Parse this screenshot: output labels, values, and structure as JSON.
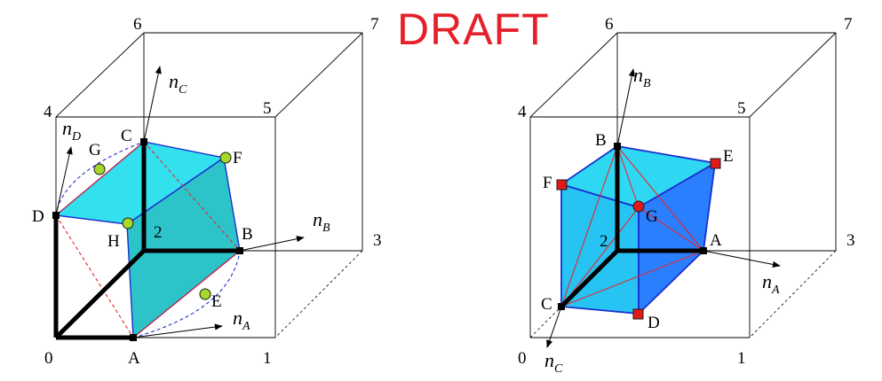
{
  "watermark": "DRAFT",
  "left": {
    "corners": {
      "c0": "0",
      "c1": "1",
      "c2": "2",
      "c3": "3",
      "c4": "4",
      "c5": "5",
      "c6": "6",
      "c7": "7"
    },
    "points": {
      "A": "A",
      "B": "B",
      "C": "C",
      "D": "D",
      "E": "E",
      "F": "F",
      "G": "G",
      "H": "H"
    },
    "normals": {
      "nA": {
        "base": "n",
        "sub": "A"
      },
      "nB": {
        "base": "n",
        "sub": "B"
      },
      "nC": {
        "base": "n",
        "sub": "C"
      },
      "nD": {
        "base": "n",
        "sub": "D"
      }
    }
  },
  "right": {
    "corners": {
      "c0": "0",
      "c1": "1",
      "c2": "2",
      "c3": "3",
      "c4": "4",
      "c5": "5",
      "c6": "6",
      "c7": "7"
    },
    "points": {
      "A": "A",
      "B": "B",
      "C": "C",
      "D": "D",
      "E": "E",
      "F": "F",
      "G": "G"
    },
    "normals": {
      "nA": {
        "base": "n",
        "sub": "A"
      },
      "nB": {
        "base": "n",
        "sub": "B"
      },
      "nC": {
        "base": "n",
        "sub": "C"
      }
    }
  },
  "colors": {
    "face_light": "#33e0ee",
    "face_mid": "#2cc4c8",
    "face_blue": "#2a7fff",
    "marker_green": "#a6d82a",
    "marker_red": "#e01a1a",
    "dashed_red": "#e8262a",
    "dashed_blue": "#2233cc",
    "draft": "#e5202a"
  }
}
